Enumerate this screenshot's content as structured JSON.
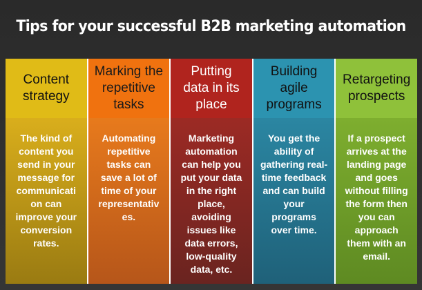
{
  "title": "Tips for your successful B2B marketing automation",
  "columns": [
    {
      "heading": [
        "Content",
        "strategy"
      ],
      "body": "The kind of content you send in your message for communicati on can improve your conversion rates."
    },
    {
      "heading": [
        "Marking the",
        "repetitive",
        "tasks"
      ],
      "body": "Automating repetitive tasks can save a lot of time of your representativ es."
    },
    {
      "heading": [
        "Putting",
        "data in its",
        "place"
      ],
      "body": "Marketing automation can help you put your data in the right place, avoiding issues like data errors, low-quality data, etc."
    },
    {
      "heading": [
        "Building",
        "agile",
        "programs"
      ],
      "body": "You get the ability of gathering real-time feedback and can build your programs over time."
    },
    {
      "heading": [
        "Retargeting",
        "prospects"
      ],
      "body": "If a prospect arrives at the landing page and goes without filling the form then you can approach them with an email."
    }
  ],
  "colors": {
    "background": "#2e2e2e",
    "content_strategy": "#e0bb17",
    "repetitive_tasks": "#f0720f",
    "data_place": "#b0241e",
    "agile_programs": "#2c93b0",
    "retargeting": "#8fc13a"
  }
}
